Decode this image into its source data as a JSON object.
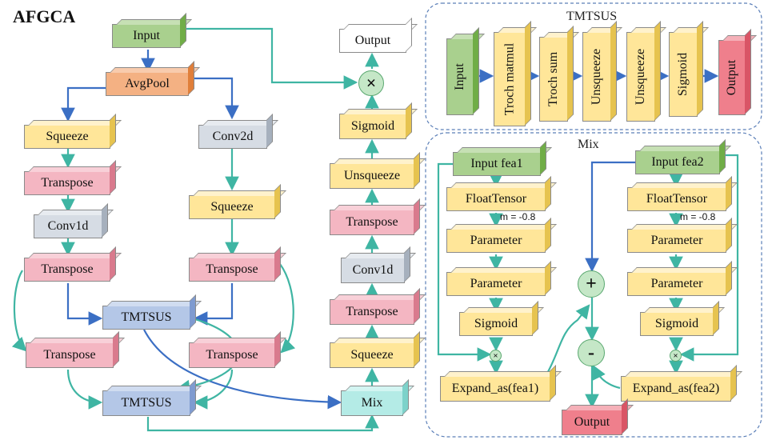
{
  "title": "AFGCA",
  "main": {
    "input": "Input",
    "avgpool": "AvgPool",
    "squeeze_left": "Squeeze",
    "transpose_left1": "Transpose",
    "conv1d_left": "Conv1d",
    "transpose_left2": "Transpose",
    "transpose_left3": "Transpose",
    "conv2d": "Conv2d",
    "squeeze_mid": "Squeeze",
    "transpose_mid1": "Transpose",
    "transpose_mid2": "Transpose",
    "tmtsus_top": "TMTSUS",
    "tmtsus_bottom": "TMTSUS",
    "mix": "Mix",
    "squeeze_right": "Squeeze",
    "transpose_right1": "Transpose",
    "conv1d_right": "Conv1d",
    "transpose_right2": "Transpose",
    "unsqueeze_right": "Unsqueeze",
    "sigmoid_right": "Sigmoid",
    "output": "Output",
    "multiply_symbol": "×"
  },
  "tmtsus_panel": {
    "label": "TMTSUS",
    "steps": [
      "Input",
      "Troch matmul",
      "Troch sum",
      "Unsqueeze",
      "Unsqueeze",
      "Sigmoid",
      "Output"
    ]
  },
  "mix_panel": {
    "label": "Mix",
    "left": {
      "input": "Input fea1",
      "floattensor": "FloatTensor",
      "m_note": "m = -0.8",
      "param1": "Parameter",
      "param2": "Parameter",
      "sigmoid": "Sigmoid",
      "expand": "Expand_as(fea1)"
    },
    "right": {
      "input": "Input fea2",
      "floattensor": "FloatTensor",
      "m_note": "m = -0.8",
      "param1": "Parameter",
      "param2": "Parameter",
      "sigmoid": "Sigmoid",
      "expand": "Expand_as(fea2)"
    },
    "plus_symbol": "+",
    "minus_symbol": "-",
    "times_symbol": "×",
    "output": "Output"
  },
  "colors": {
    "teal_arrow": "#3fb5a3",
    "blue_arrow": "#3b6fc4",
    "dashed_border": "#5b7fb8"
  }
}
